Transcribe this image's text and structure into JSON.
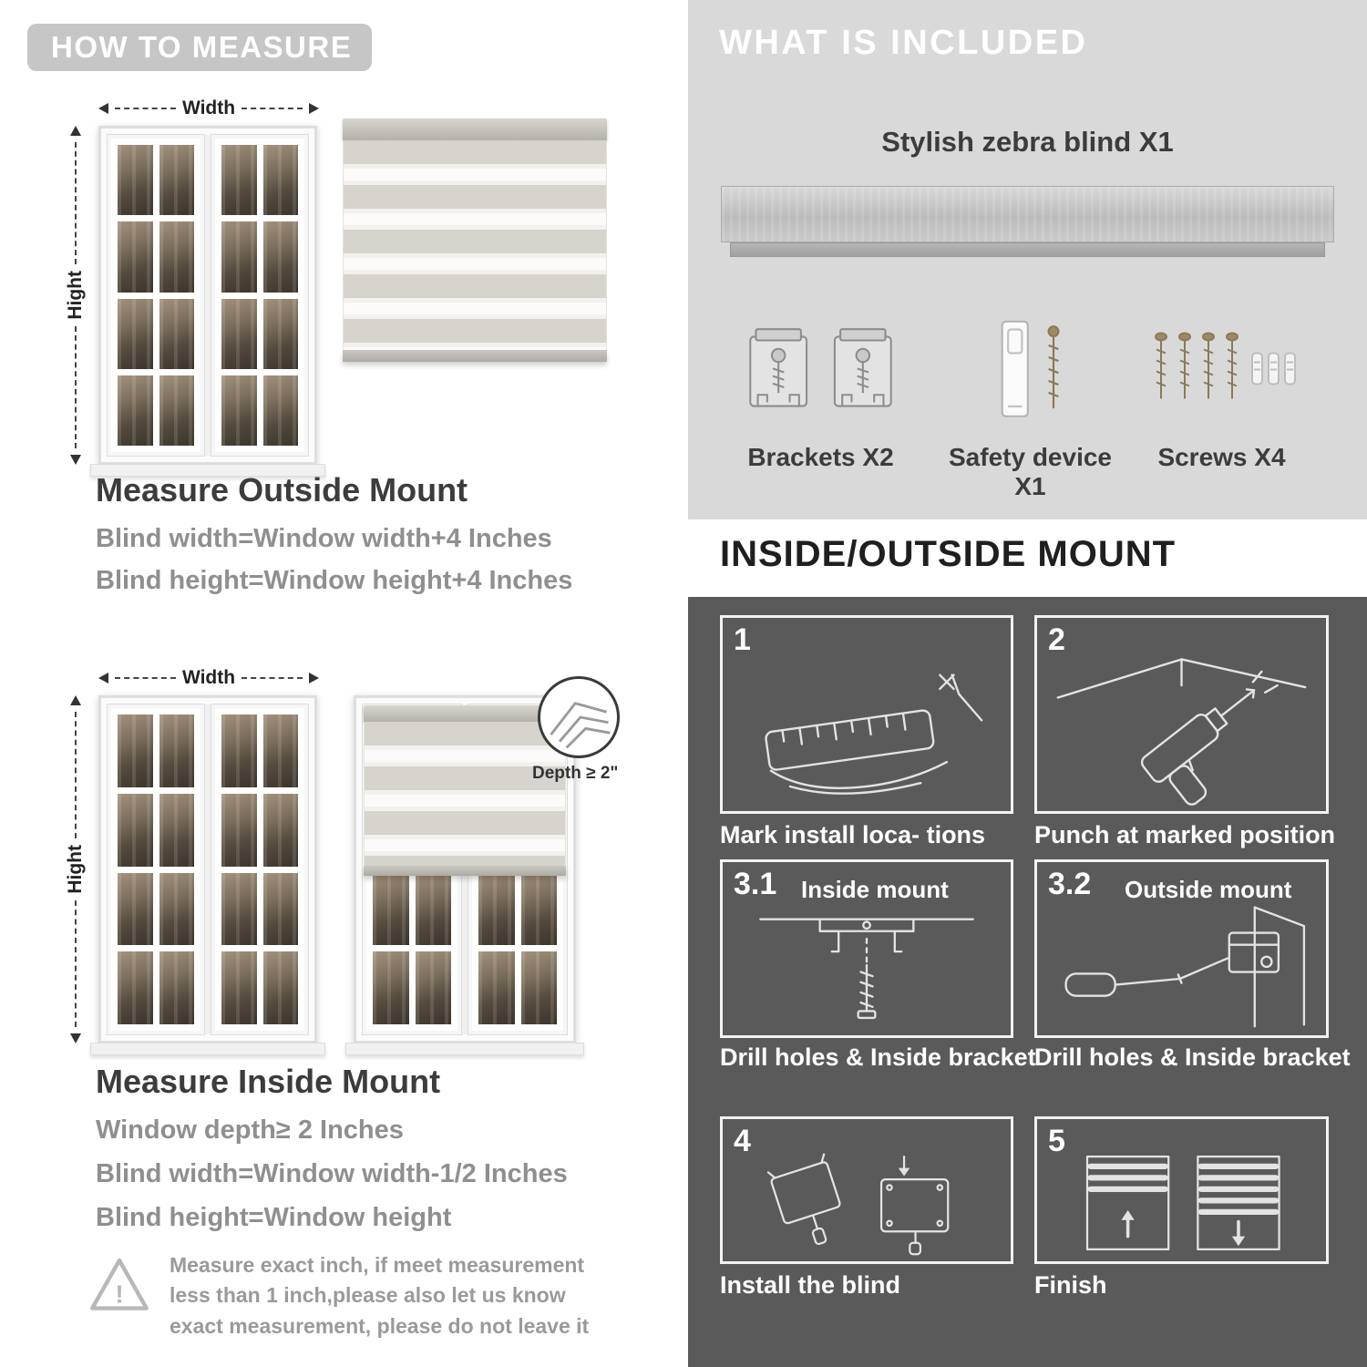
{
  "colors": {
    "badge_gray": "#c6c6c6",
    "panel_light_gray": "#d9d9d9",
    "panel_dark_gray": "#5a5a5a",
    "heading_dark": "#3c3c3c",
    "subtext_gray": "#8f8f8f",
    "title_white": "#ffffff"
  },
  "measure": {
    "badge": "HOW TO MEASURE",
    "note_mark": "!",
    "outside": {
      "width_label": "Width",
      "height_label": "Hight",
      "heading": "Measure Outside Mount",
      "rule1": "Blind width=Window width+4 Inches",
      "rule2": "Blind height=Window height+4 Inches"
    },
    "inside": {
      "width_label": "Width",
      "height_label": "Hight",
      "depth_callout": "Depth ≥ 2\"",
      "heading": "Measure Inside Mount",
      "rule1": "Window depth≥ 2 Inches",
      "rule2": "Blind width=Window width-1/2 Inches",
      "rule3": "Blind height=Window height"
    },
    "note": "Measure exact inch, if meet measurement less than 1 inch,please also let us know exact measurement, please do not leave it"
  },
  "included": {
    "title": "WHAT IS INCLUDED",
    "product": "Stylish zebra blind X1",
    "items": [
      {
        "label": "Brackets X2",
        "icon": "brackets-icon"
      },
      {
        "label": "Safety device X1",
        "icon": "safety-device-icon"
      },
      {
        "label": "Screws X4",
        "icon": "screws-icon"
      }
    ]
  },
  "mount": {
    "title": "INSIDE/OUTSIDE MOUNT",
    "steps": [
      {
        "num": "1",
        "caption": "Mark install loca- tions"
      },
      {
        "num": "2",
        "caption": "Punch at  marked position"
      },
      {
        "num": "3.1",
        "tag": "Inside mount",
        "caption": "Drill holes &  Inside bracket"
      },
      {
        "num": "3.2",
        "tag": "Outside mount",
        "caption": "Drill holes &  Inside bracket"
      },
      {
        "num": "4",
        "caption": "Install the blind"
      },
      {
        "num": "5",
        "caption": "Finish"
      }
    ]
  }
}
